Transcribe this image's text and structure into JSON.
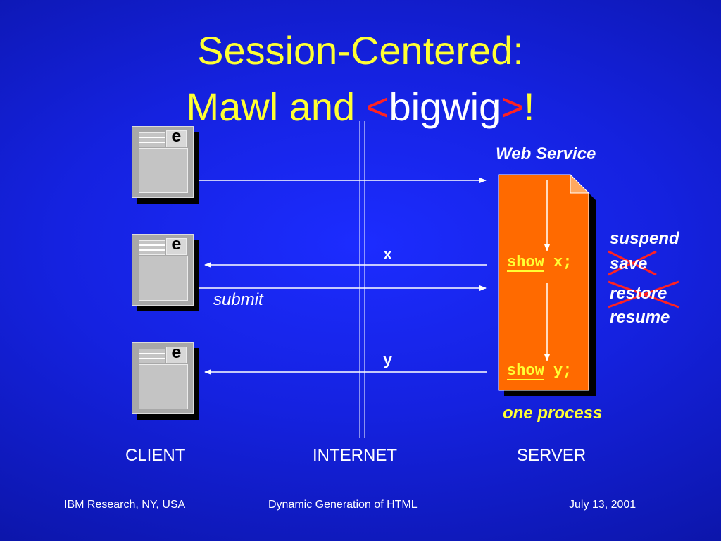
{
  "title": {
    "line1": "Session-Centered:",
    "line2_part1": "Mawl and ",
    "line2_lt": "<",
    "line2_word": "bigwig",
    "line2_gt": ">",
    "line2_bang": "!"
  },
  "browser_glyph": "e",
  "server": {
    "label": "Web Service",
    "process_label": "one process",
    "show_keyword": "show",
    "show_x_arg": " x;",
    "show_y_arg": " y;"
  },
  "messages": {
    "x": "x",
    "y": "y",
    "submit": "submit"
  },
  "state_words": {
    "suspend": "suspend",
    "save": "save",
    "restore": "restore",
    "resume": "resume"
  },
  "columns": {
    "client": "CLIENT",
    "internet": "INTERNET",
    "server": "SERVER"
  },
  "footer": {
    "left": "IBM Research, NY, USA",
    "center": "Dynamic Generation of HTML",
    "right": "July 13, 2001"
  },
  "colors": {
    "title": "#ffff33",
    "accent_red": "#ff2222",
    "server_fill": "#ff6a00",
    "text": "#ffffff"
  }
}
